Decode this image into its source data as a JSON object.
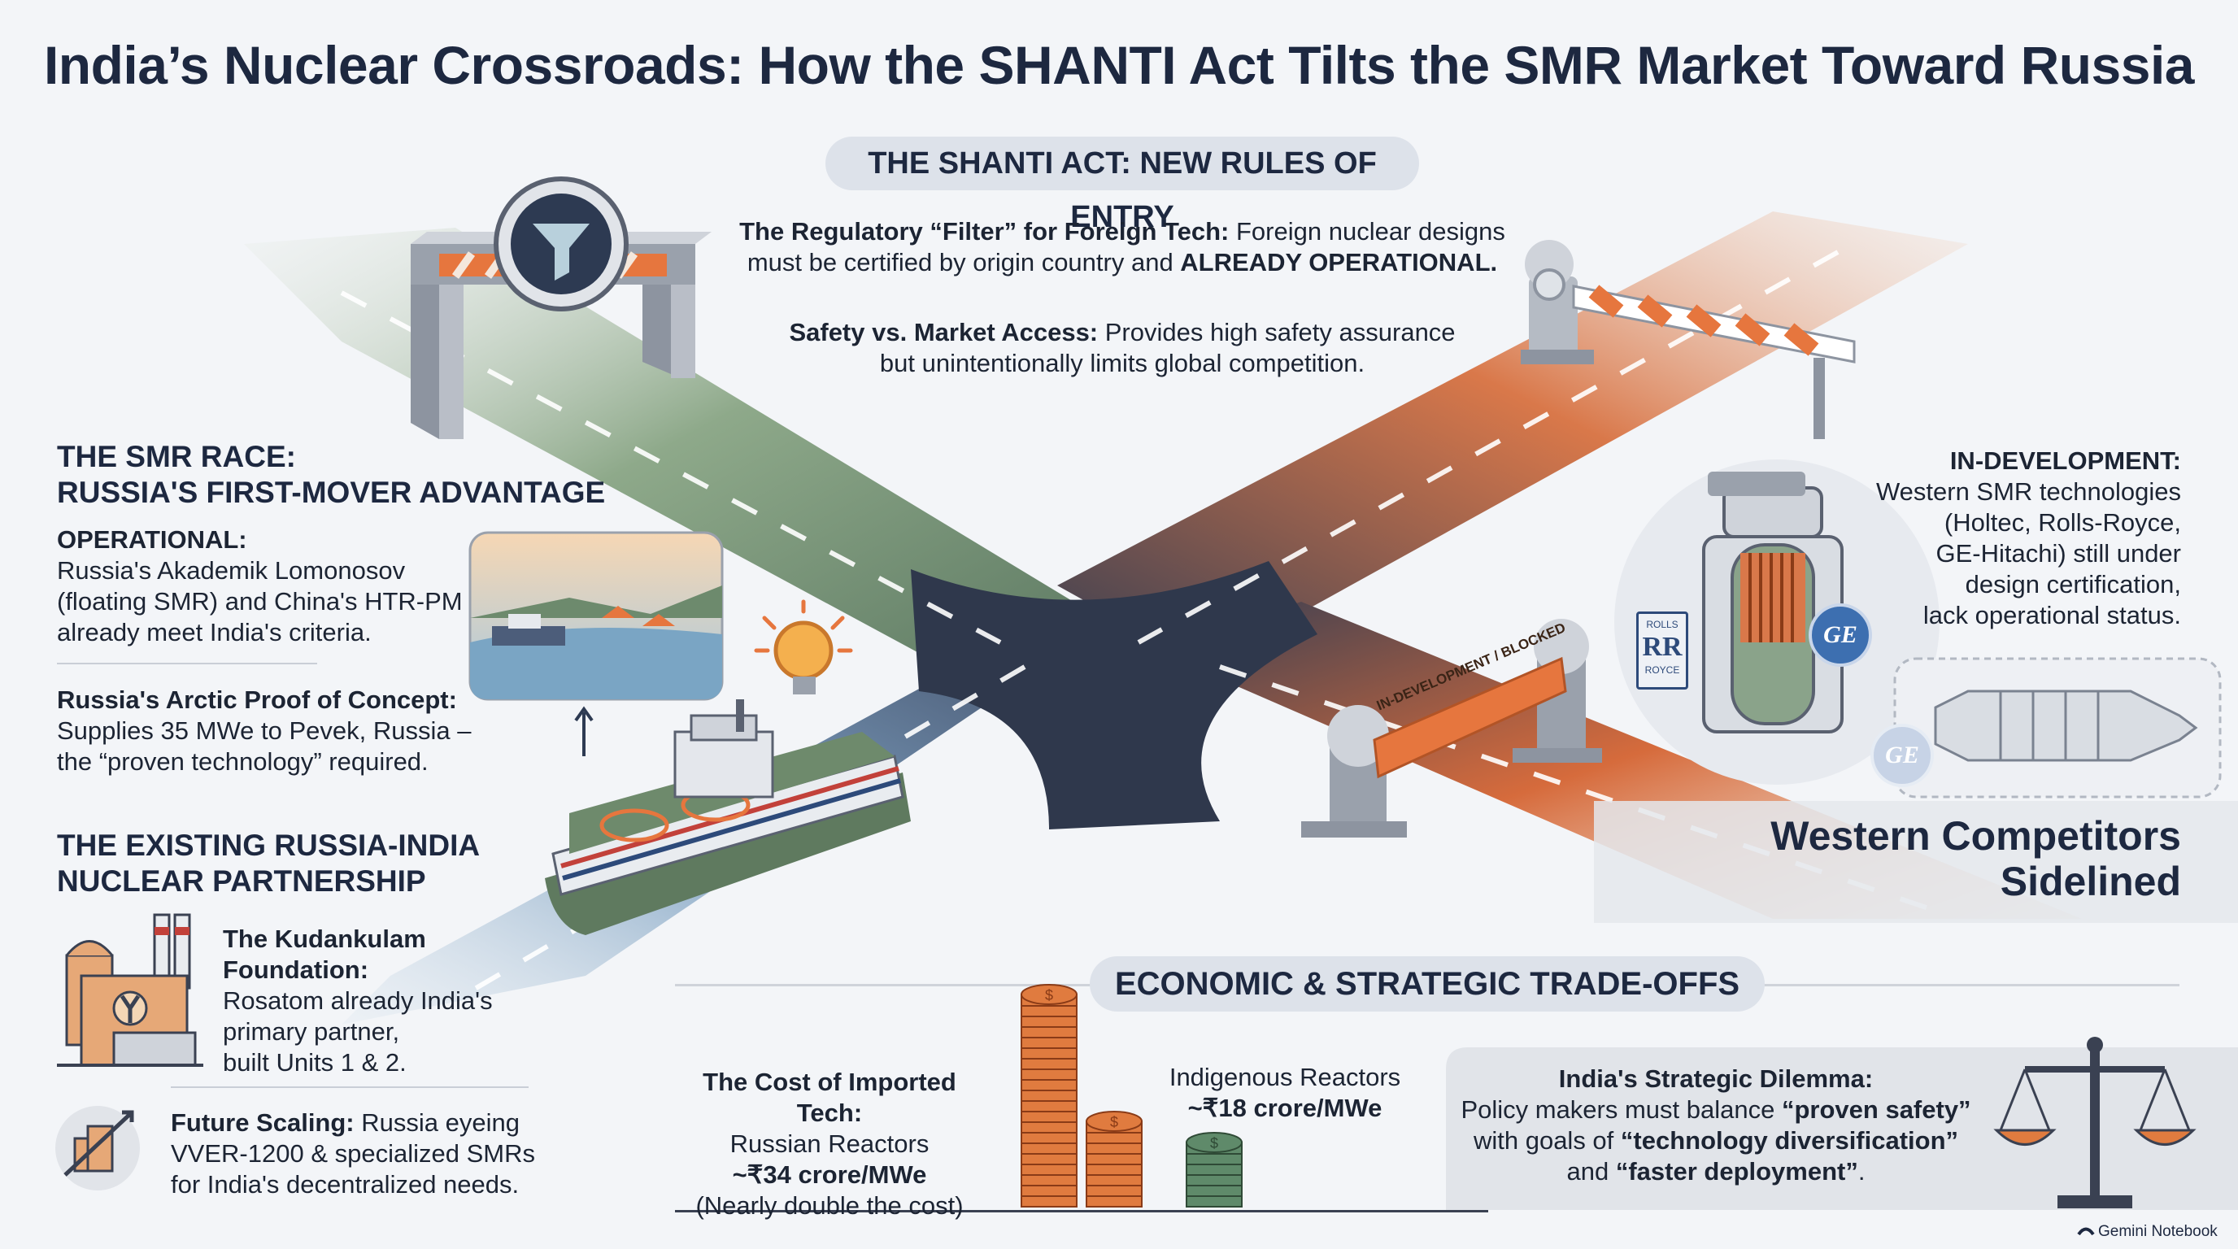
{
  "title": "India’s Nuclear Crossroads: How the SHANTI Act Tilts the SMR Market Toward Russia",
  "shanti": {
    "heading": "THE SHANTI ACT: NEW RULES OF ENTRY",
    "filter_bold": "The Regulatory “Filter” for Foreign Tech:",
    "filter_text1": " Foreign nuclear designs",
    "filter_text2": "must be certified by origin country and ",
    "filter_bold2": "ALREADY OPERATIONAL.",
    "safety_bold": "Safety vs. Market Access:",
    "safety_text1": " Provides high safety assurance",
    "safety_text2": "but unintentionally limits global competition."
  },
  "smr_race": {
    "heading1": "THE SMR RACE:",
    "heading2": "RUSSIA'S FIRST-MOVER ADVANTAGE",
    "operational_bold": "OPERATIONAL:",
    "operational_lines": [
      "Russia's Akademik Lomonosov",
      "(floating SMR) and China's HTR-PM",
      "already meet India's criteria."
    ],
    "arctic_bold": "Russia's Arctic Proof of Concept:",
    "arctic_lines": [
      "Supplies 35 MWe to Pevek, Russia –",
      "the “proven technology” required."
    ]
  },
  "partnership": {
    "heading1": "THE EXISTING RUSSIA-INDIA",
    "heading2": "NUCLEAR PARTNERSHIP",
    "kudankulam_bold1": "The Kudankulam",
    "kudankulam_bold2": "Foundation:",
    "kudankulam_lines": [
      "Rosatom already India's",
      "primary partner,",
      "built Units 1 & 2."
    ],
    "future_bold": "Future Scaling:",
    "future_line1": " Russia eyeing",
    "future_lines": [
      "VVER-1200 & specialized SMRs",
      "for India's decentralized needs."
    ]
  },
  "in_development": {
    "heading": "IN-DEVELOPMENT:",
    "lines": [
      "Western SMR technologies",
      "(Holtec, Rolls-Royce,",
      "GE-Hitachi) still under",
      "design certification,",
      "lack operational status."
    ]
  },
  "gates": {
    "blocked_sign": "IN-DEVELOPMENT / BLOCKED"
  },
  "logos": {
    "rr_top": "ROLLS",
    "rr_mid": "RR",
    "rr_bottom": "ROYCE",
    "ge": "GE"
  },
  "western": {
    "line1": "Western Competitors",
    "line2": "Sidelined"
  },
  "economics": {
    "heading": "ECONOMIC & STRATEGIC TRADE-OFFS",
    "cost_bold": "The Cost of Imported Tech:",
    "cost_lines": [
      "Russian Reactors"
    ],
    "cost_value": "~₹34 crore/MWe",
    "cost_note": "(Nearly double the cost)",
    "indigenous_label": "Indigenous Reactors",
    "indigenous_value": "~₹18 crore/MWe",
    "coin_symbol": "$",
    "dilemma_bold": "India's Strategic Dilemma:",
    "dilemma_line1a": "Policy makers must balance ",
    "dilemma_line1b": "“proven safety”",
    "dilemma_line2a": "with goals of ",
    "dilemma_line2b": "“technology diversification”",
    "dilemma_line3a": "and ",
    "dilemma_line3b": "“faster deployment”",
    "dilemma_line3c": "."
  },
  "footer": {
    "brand": "Gemini Notebook"
  },
  "colors": {
    "navy": "#1d2840",
    "green_road": "#7d9a7a",
    "orange_road": "#d9784a",
    "blue_road": "#7fa2c2",
    "dark_road": "#2c3548",
    "coin": "#e07b3f",
    "coin_green": "#5f8a6a"
  }
}
